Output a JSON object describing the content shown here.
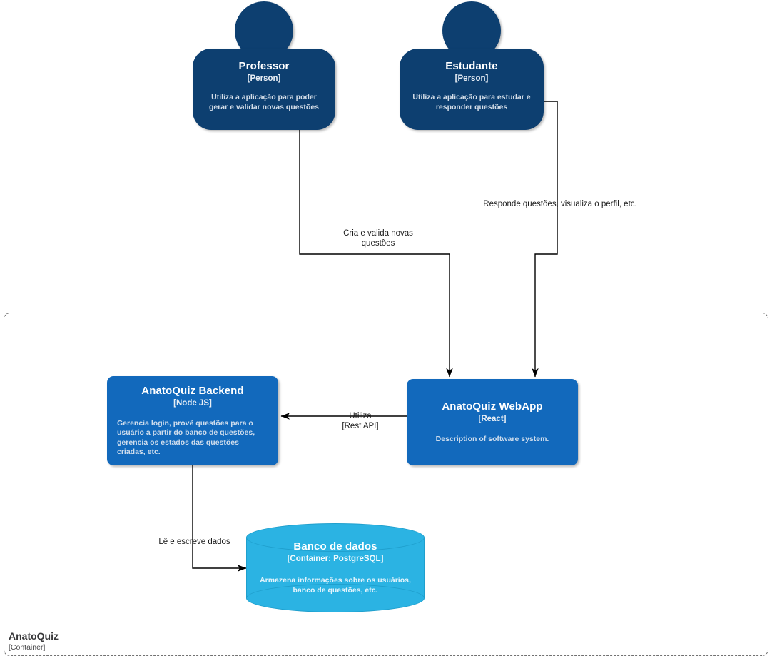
{
  "diagram": {
    "type": "C4 Container Diagram",
    "background": "#ffffff",
    "colors": {
      "person_fill": "#0d3f70",
      "container_fill": "#1269bc",
      "database_fill": "#2bb3e3",
      "edge_stroke": "#000000",
      "boundary_stroke": "#707070",
      "label_text": "#1a1a1a"
    }
  },
  "nodes": {
    "professor": {
      "title": "Professor",
      "type": "[Person]",
      "description": "Utiliza a aplicação para poder gerar e validar novas questões"
    },
    "estudante": {
      "title": "Estudante",
      "type": "[Person]",
      "description": "Utiliza a aplicação para estudar e responder questões"
    },
    "backend": {
      "title": "AnatoQuiz Backend",
      "type": "[Node JS]",
      "description": "Gerencia login, provê questões para o usuário a partir do banco de questões, gerencia os estados das questões criadas, etc."
    },
    "webapp": {
      "title": "AnatoQuiz WebApp",
      "type": "[React]",
      "description": "Description of software system."
    },
    "database": {
      "title": "Banco de dados",
      "type": "[Container: PostgreSQL]",
      "description": "Armazena informações sobre os usuários, banco de questões, etc."
    }
  },
  "edges": {
    "professor_to_webapp": {
      "label": "Cria e valida novas\nquestões",
      "from": "professor",
      "to": "webapp"
    },
    "estudante_to_webapp": {
      "label": "Responde questões, visualiza o perfil, etc.",
      "from": "estudante",
      "to": "webapp"
    },
    "webapp_to_backend": {
      "label": "Utiliza\n[Rest API]",
      "from": "webapp",
      "to": "backend"
    },
    "backend_to_database": {
      "label": "Lê e escreve dados",
      "from": "backend",
      "to": "database"
    }
  },
  "boundary": {
    "name": "AnatoQuiz",
    "type": "[Container]"
  }
}
